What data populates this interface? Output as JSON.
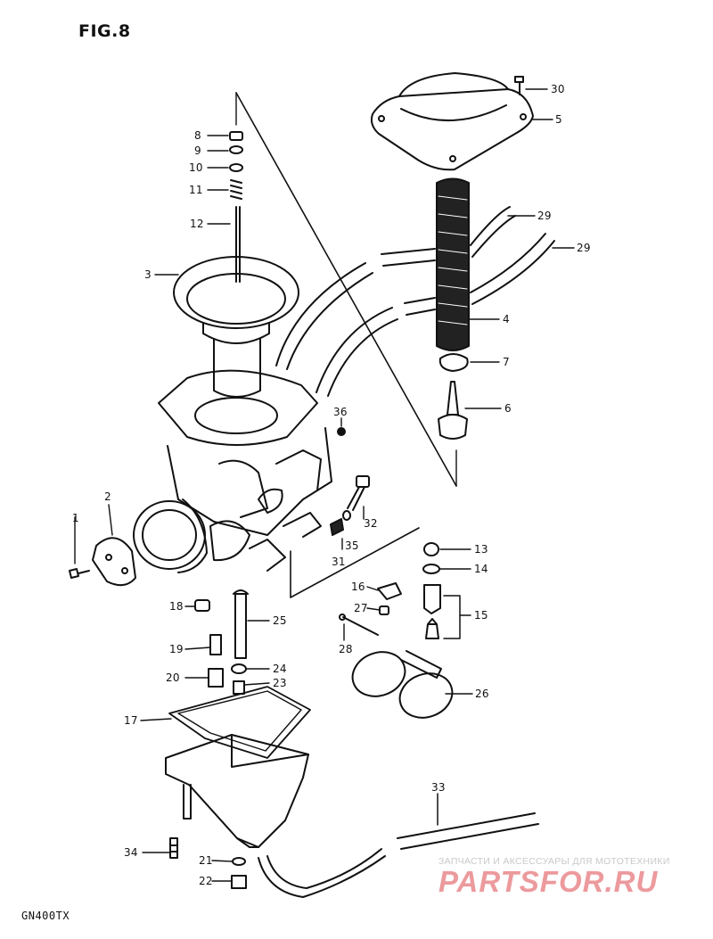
{
  "figure": {
    "title": "FIG.8",
    "model": "GN400TX"
  },
  "watermark": {
    "caption": "ЗАПЧАСТИ И АКСЕССУАРЫ ДЛЯ МОТОТЕХНИКИ",
    "logo": "PARTSFOR.RU",
    "caption_color": "#c9c9c9",
    "logo_color": "#ec9a9d"
  },
  "callouts": [
    {
      "id": "c1",
      "text": "1"
    },
    {
      "id": "c2",
      "text": "2"
    },
    {
      "id": "c3",
      "text": "3"
    },
    {
      "id": "c4",
      "text": "4"
    },
    {
      "id": "c5",
      "text": "5"
    },
    {
      "id": "c6",
      "text": "6"
    },
    {
      "id": "c7",
      "text": "7"
    },
    {
      "id": "c8",
      "text": "8"
    },
    {
      "id": "c9",
      "text": "9"
    },
    {
      "id": "c10",
      "text": "10"
    },
    {
      "id": "c11",
      "text": "11"
    },
    {
      "id": "c12",
      "text": "12"
    },
    {
      "id": "c13",
      "text": "13"
    },
    {
      "id": "c14",
      "text": "14"
    },
    {
      "id": "c15",
      "text": "15"
    },
    {
      "id": "c16",
      "text": "16"
    },
    {
      "id": "c17",
      "text": "17"
    },
    {
      "id": "c18",
      "text": "18"
    },
    {
      "id": "c19",
      "text": "19"
    },
    {
      "id": "c20",
      "text": "20"
    },
    {
      "id": "c21",
      "text": "21"
    },
    {
      "id": "c22",
      "text": "22"
    },
    {
      "id": "c23",
      "text": "23"
    },
    {
      "id": "c24",
      "text": "24"
    },
    {
      "id": "c25",
      "text": "25"
    },
    {
      "id": "c26",
      "text": "26"
    },
    {
      "id": "c27",
      "text": "27"
    },
    {
      "id": "c28",
      "text": "28"
    },
    {
      "id": "c29a",
      "text": "29"
    },
    {
      "id": "c29b",
      "text": "29"
    },
    {
      "id": "c30",
      "text": "30"
    },
    {
      "id": "c31",
      "text": "31"
    },
    {
      "id": "c32",
      "text": "32"
    },
    {
      "id": "c33",
      "text": "33"
    },
    {
      "id": "c34",
      "text": "34"
    },
    {
      "id": "c35",
      "text": "35"
    },
    {
      "id": "c36",
      "text": "36"
    }
  ]
}
